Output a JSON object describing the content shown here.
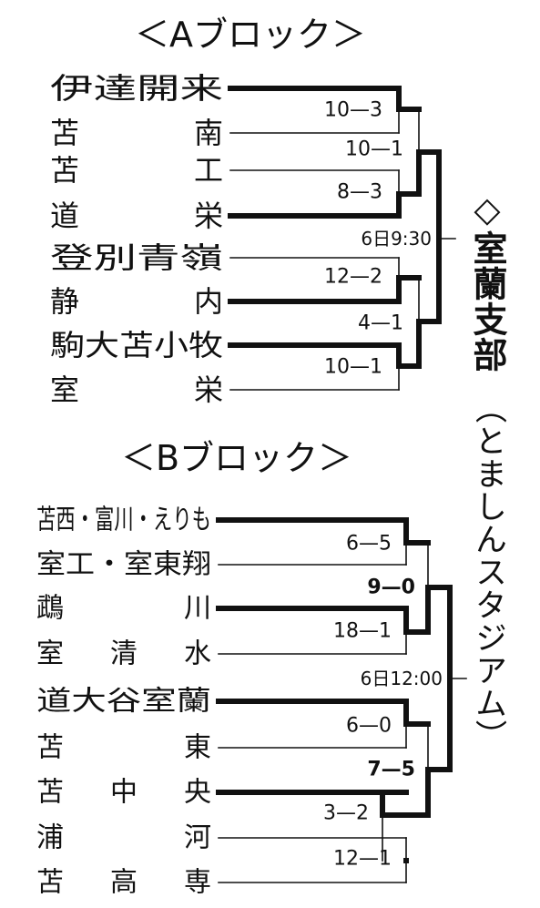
{
  "blocks": [
    {
      "title": "＜Aブロック＞",
      "teams": [
        "伊達開来",
        "苫南",
        "苫工",
        "道栄",
        "登別青嶺",
        "静内",
        "駒大苫小牧",
        "室栄"
      ],
      "first_round": [
        "10—3",
        "8—3",
        "12—2",
        "10—1"
      ],
      "semifinal": [
        "10—1",
        "4—1"
      ],
      "final_info": "6日9:30"
    },
    {
      "title": "＜Bブロック＞",
      "teams": [
        "苫西・富川・えりも",
        "室工・室東翔",
        "鵡川",
        "室清水",
        "道大谷室蘭",
        "苫東",
        "苫中央",
        "浦河",
        "苫高専"
      ],
      "first_round": [
        "6—5",
        "18—1",
        "6—0",
        "3—2",
        "12—1"
      ],
      "semifinal": [
        "9—0",
        "7—5"
      ],
      "final_info": "6日12:00"
    }
  ],
  "side": {
    "heading": "◇室蘭支部",
    "venue": "（とましんスタジアム）"
  }
}
